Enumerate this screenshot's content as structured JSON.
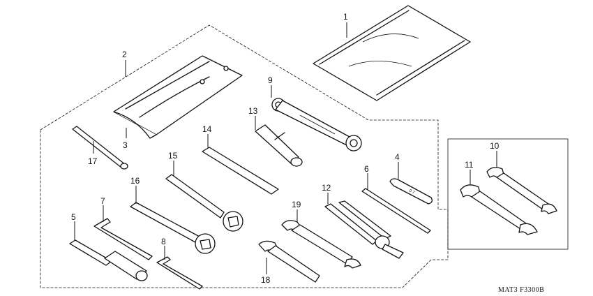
{
  "callouts": {
    "c1": "1",
    "c2": "2",
    "c3": "3",
    "c4": "4",
    "c5": "5",
    "c6": "6",
    "c7": "7",
    "c8": "8",
    "c9": "9",
    "c10": "10",
    "c11": "11",
    "c12": "12",
    "c13": "13",
    "c14": "14",
    "c15": "15",
    "c16": "16",
    "c17": "17",
    "c18": "18",
    "c19": "19"
  },
  "diagram_code": "MAT3  F3300B"
}
